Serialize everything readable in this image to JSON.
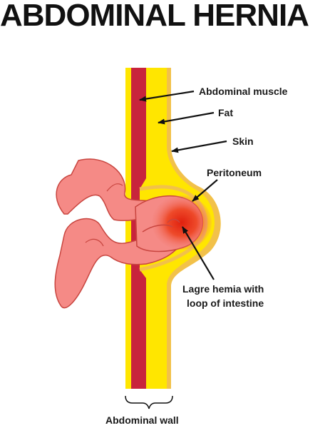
{
  "title": "ABDOMINAL HERNIA",
  "labels": {
    "abdominal_muscle": "Abdominal muscle",
    "fat": "Fat",
    "skin": "Skin",
    "peritoneum": "Peritoneum",
    "hernia_line1": "Lagre hemia with",
    "hernia_line2": "loop of intestine",
    "abdominal_wall": "Abdominal wall"
  },
  "colors": {
    "muscle": "#c8243c",
    "fat": "#ffe600",
    "skin": "#f2c14a",
    "intestine": "#f58a86",
    "intestine_outline": "#c8453f",
    "hernia_core": "#e0200e",
    "text": "#1a1a1a"
  }
}
